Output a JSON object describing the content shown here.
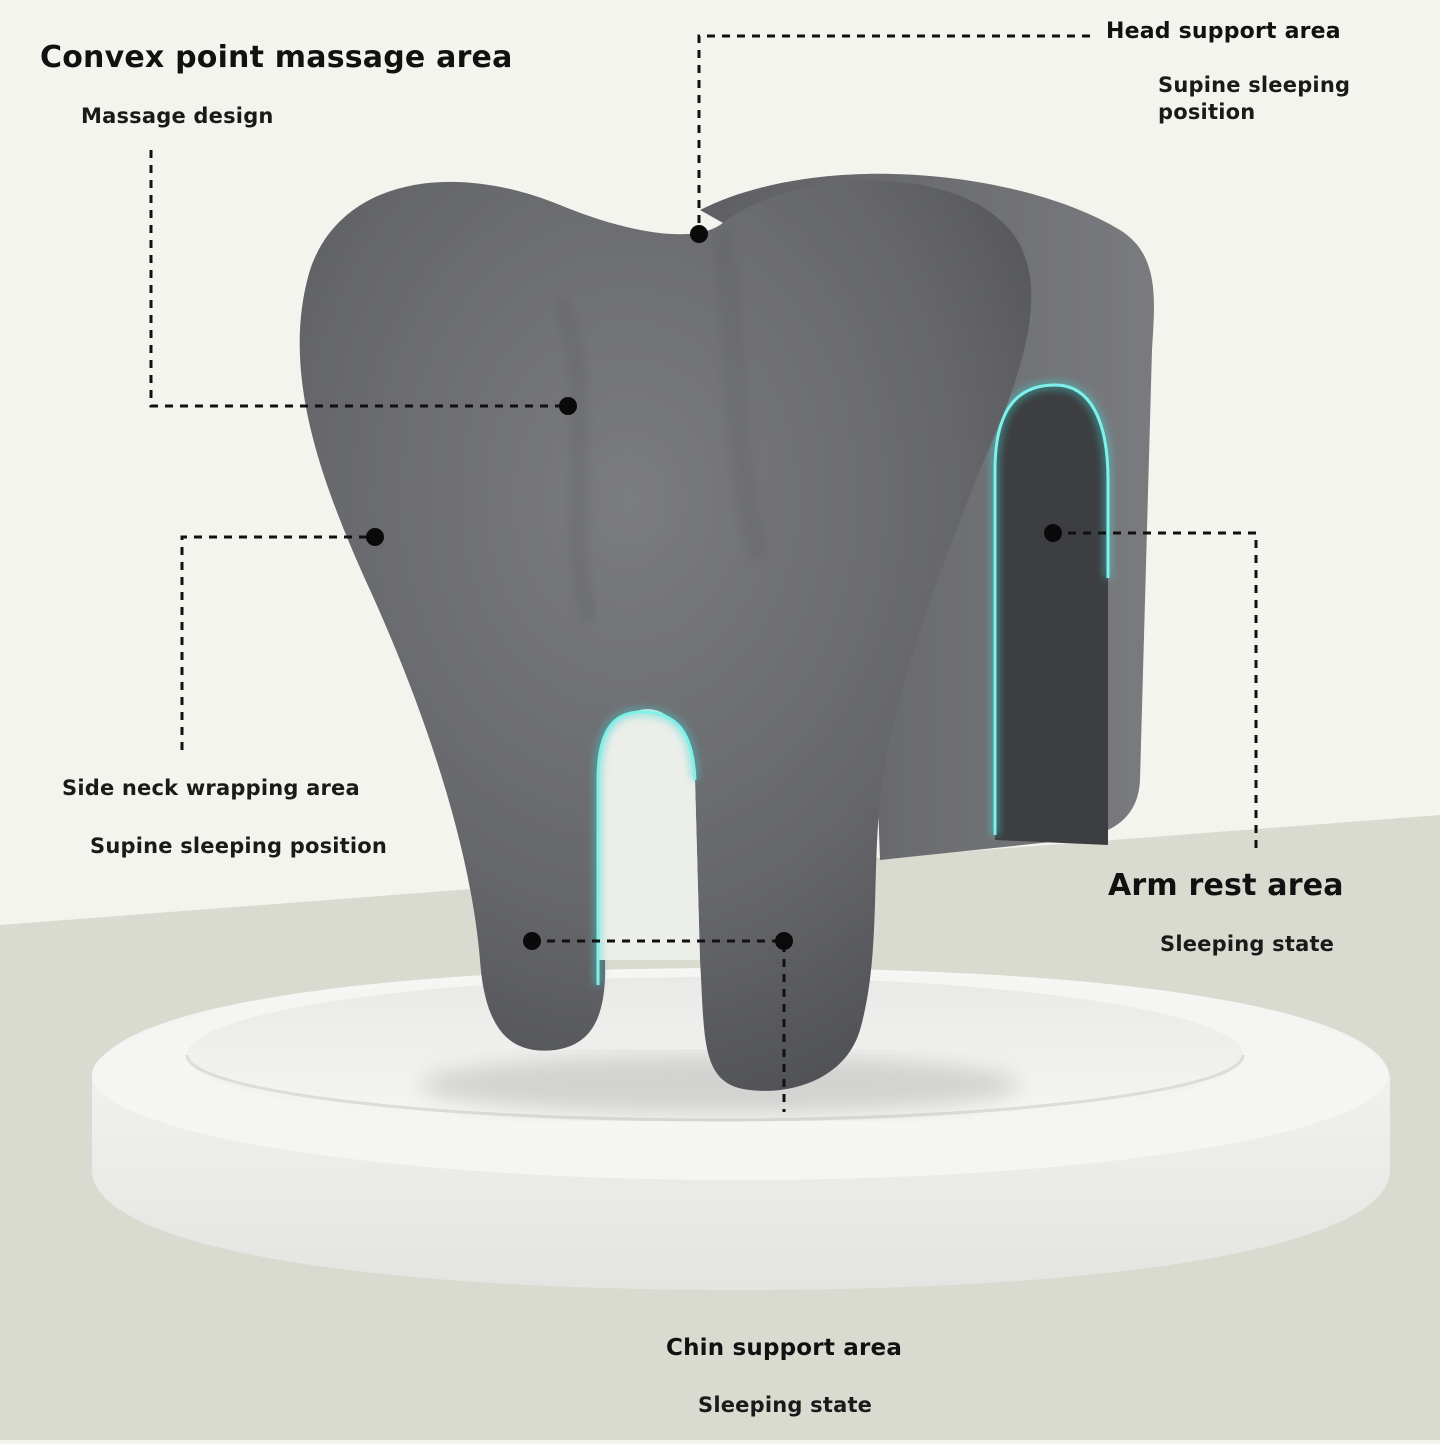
{
  "colors": {
    "wall": "#f4f4ef",
    "floor": "#d9dbd0",
    "pedestal": "#f2f2f0",
    "pillow": "#6e6f72",
    "pillow_dark": "#4a4b4e",
    "glow": "#3fd6d0",
    "callout": "#111111"
  },
  "callouts": {
    "convex": {
      "title": "Convex point massage area",
      "subtitle": "Massage design"
    },
    "head": {
      "title": "Head support area",
      "subtitle": "Supine sleeping position"
    },
    "side_neck": {
      "title": "Side neck wrapping area",
      "subtitle": "Supine sleeping position"
    },
    "arm_rest": {
      "title": "Arm rest area",
      "subtitle": "Sleeping state"
    },
    "chin": {
      "title": "Chin support area",
      "subtitle": "Sleeping state"
    }
  }
}
